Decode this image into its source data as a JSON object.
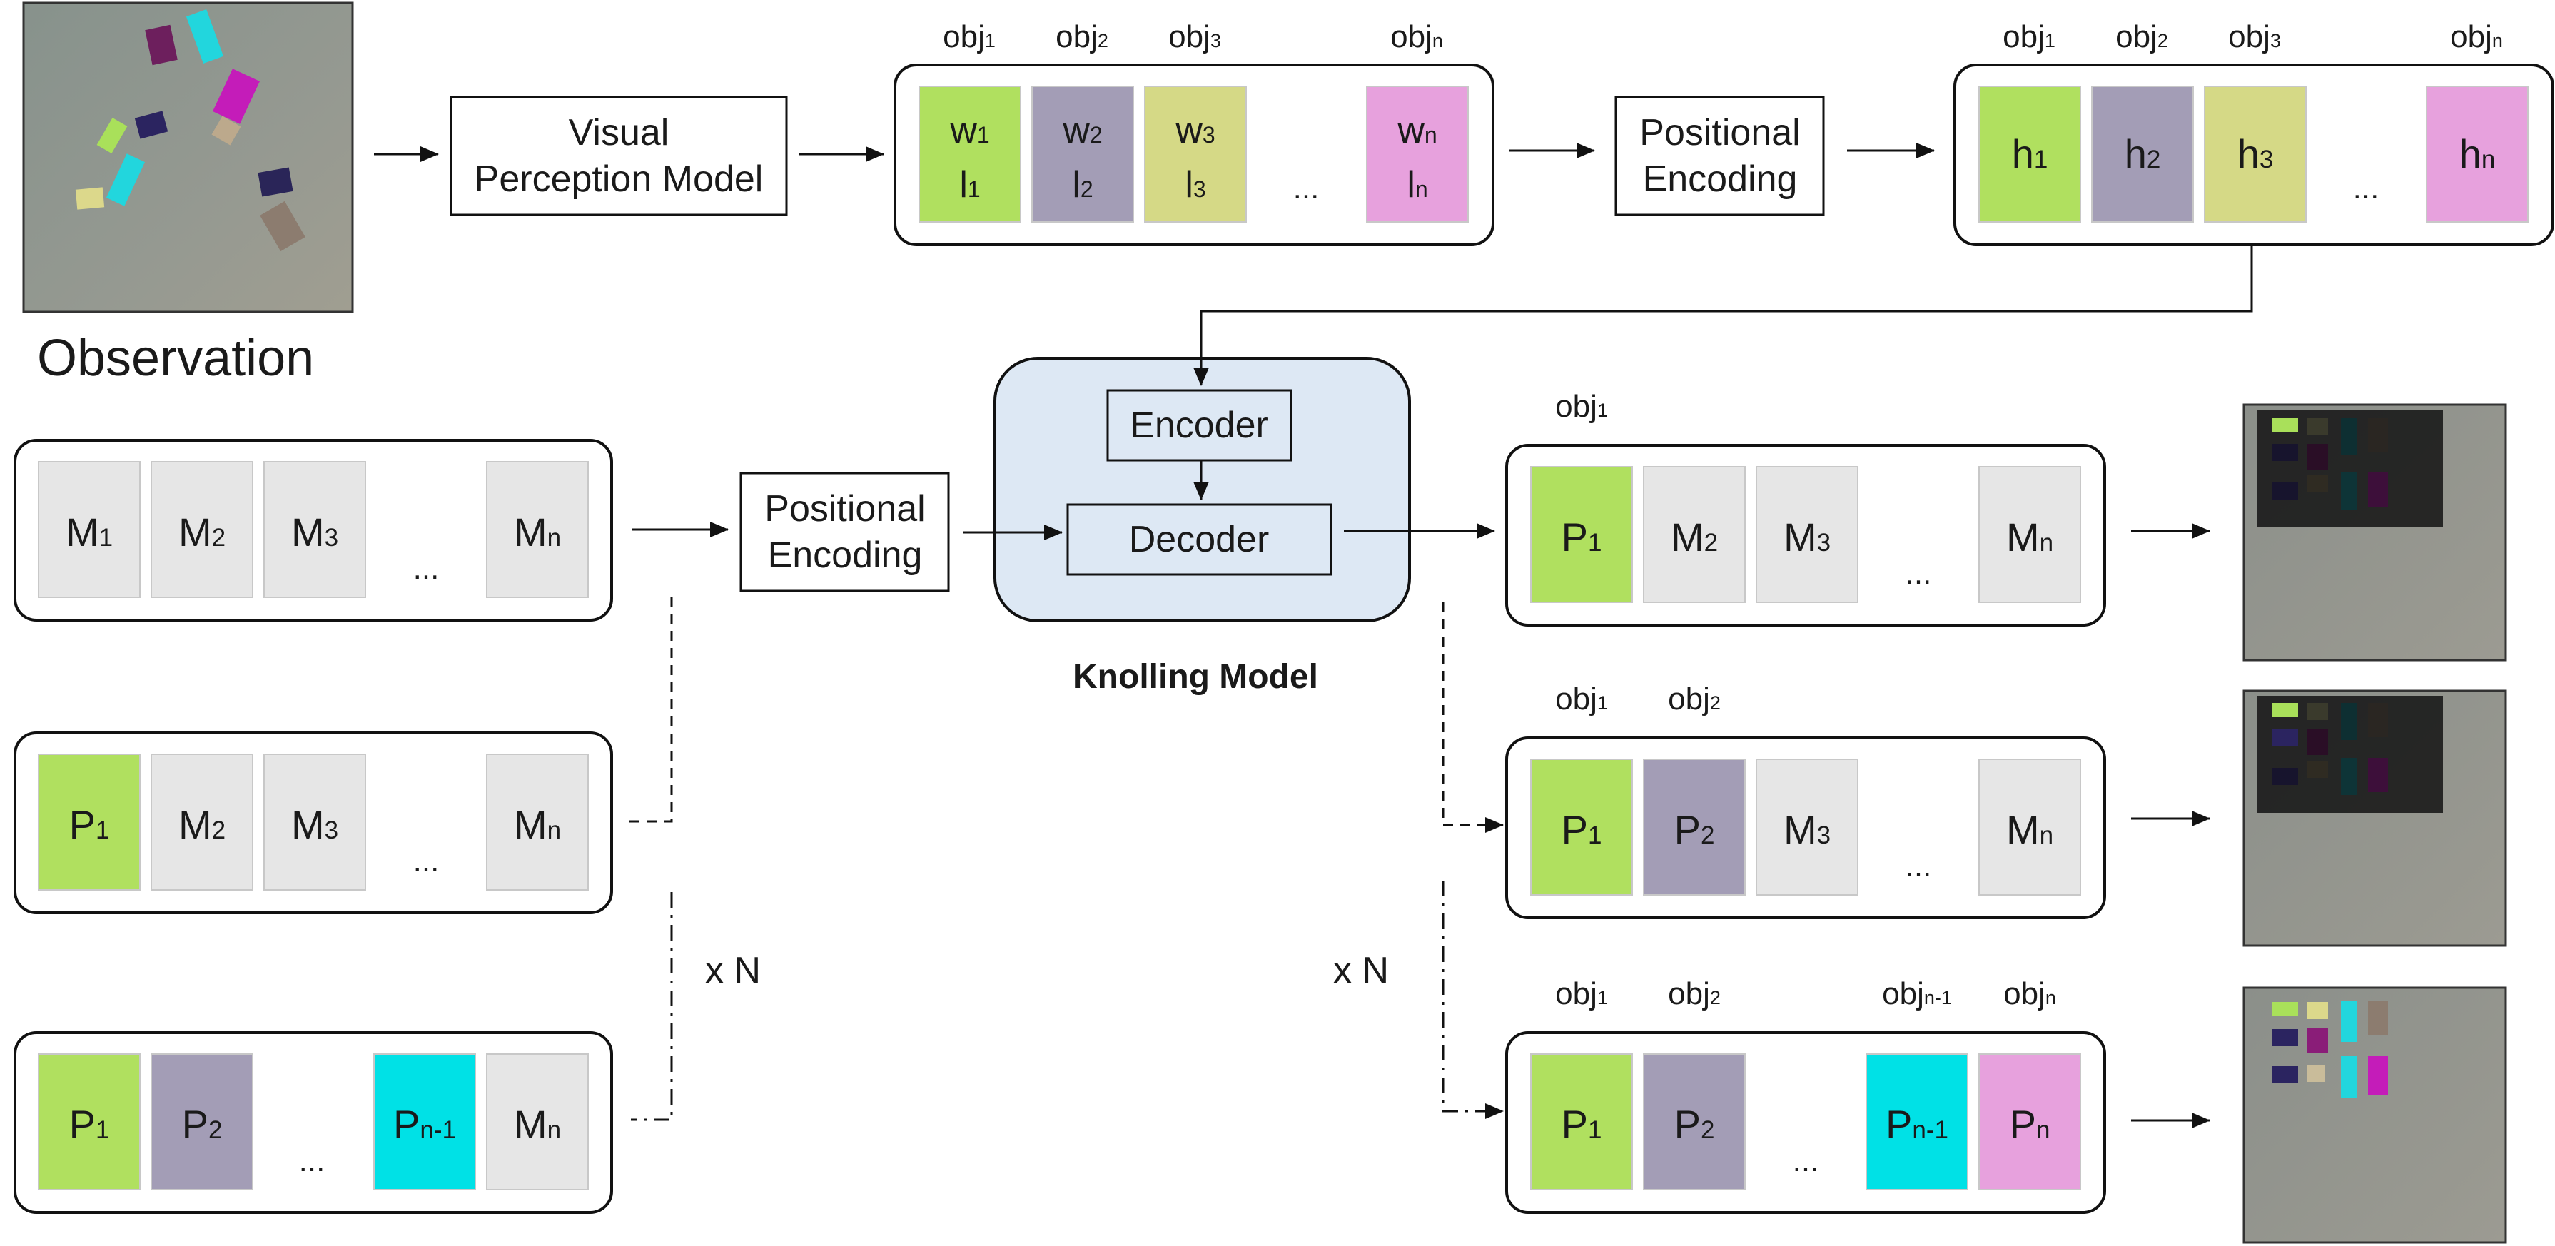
{
  "observation": {
    "label": "Observation"
  },
  "visual_perception": {
    "lines": [
      "Visual",
      "Perception Model"
    ]
  },
  "positional_encoding": {
    "lines": [
      "Positional",
      "Encoding"
    ]
  },
  "encoder": "Encoder",
  "decoder": "Decoder",
  "knolling_model": "Knolling Model",
  "ellipsis": "...",
  "repeat": "x N",
  "colors": {
    "green": "#b0e05f",
    "purple": "#a39db6",
    "olive": "#d5d986",
    "pink": "#e7a1dd",
    "cyan": "#00e1e6",
    "gray": "#e6e6e6",
    "model_bg": "#dde8f4"
  },
  "wl_row": {
    "obj_labels": [
      [
        "obj",
        "1"
      ],
      [
        "obj",
        "2"
      ],
      [
        "obj",
        "3"
      ],
      [
        "obj",
        "n"
      ]
    ],
    "cells": [
      {
        "w": [
          "w",
          "1"
        ],
        "l": [
          "l",
          "1"
        ],
        "color": "green"
      },
      {
        "w": [
          "w",
          "2"
        ],
        "l": [
          "l",
          "2"
        ],
        "color": "purple"
      },
      {
        "w": [
          "w",
          "3"
        ],
        "l": [
          "l",
          "3"
        ],
        "color": "olive"
      },
      {
        "w": [
          "w",
          "n"
        ],
        "l": [
          "l",
          "n"
        ],
        "color": "pink"
      }
    ]
  },
  "h_row": {
    "obj_labels": [
      [
        "obj",
        "1"
      ],
      [
        "obj",
        "2"
      ],
      [
        "obj",
        "3"
      ],
      [
        "obj",
        "n"
      ]
    ],
    "cells": [
      {
        "text": [
          "h",
          "1"
        ],
        "color": "green"
      },
      {
        "text": [
          "h",
          "2"
        ],
        "color": "purple"
      },
      {
        "text": [
          "h",
          "3"
        ],
        "color": "olive"
      },
      {
        "text": [
          "h",
          "n"
        ],
        "color": "pink"
      }
    ]
  },
  "left_rows": [
    {
      "cells": [
        {
          "text": [
            "M",
            "1"
          ],
          "color": "gray"
        },
        {
          "text": [
            "M",
            "2"
          ],
          "color": "gray"
        },
        {
          "text": [
            "M",
            "3"
          ],
          "color": "gray"
        },
        {
          "text": [
            "M",
            "n"
          ],
          "color": "gray"
        }
      ]
    },
    {
      "cells": [
        {
          "text": [
            "P",
            "1"
          ],
          "color": "green"
        },
        {
          "text": [
            "M",
            "2"
          ],
          "color": "gray"
        },
        {
          "text": [
            "M",
            "3"
          ],
          "color": "gray"
        },
        {
          "text": [
            "M",
            "n"
          ],
          "color": "gray"
        }
      ]
    },
    {
      "cells": [
        {
          "text": [
            "P",
            "1"
          ],
          "color": "green"
        },
        {
          "text": [
            "P",
            "2"
          ],
          "color": "purple"
        },
        {
          "text": [
            "P",
            "n-1"
          ],
          "color": "cyan"
        },
        {
          "text": [
            "M",
            "n"
          ],
          "color": "gray"
        }
      ]
    }
  ],
  "right_rows": [
    {
      "obj_labels": [
        [
          "obj",
          "1"
        ]
      ],
      "cells": [
        {
          "text": [
            "P",
            "1"
          ],
          "color": "green"
        },
        {
          "text": [
            "M",
            "2"
          ],
          "color": "gray"
        },
        {
          "text": [
            "M",
            "3"
          ],
          "color": "gray"
        },
        {
          "text": [
            "M",
            "n"
          ],
          "color": "gray"
        }
      ]
    },
    {
      "obj_labels": [
        [
          "obj",
          "1"
        ],
        [
          "obj",
          "2"
        ]
      ],
      "cells": [
        {
          "text": [
            "P",
            "1"
          ],
          "color": "green"
        },
        {
          "text": [
            "P",
            "2"
          ],
          "color": "purple"
        },
        {
          "text": [
            "M",
            "3"
          ],
          "color": "gray"
        },
        {
          "text": [
            "M",
            "n"
          ],
          "color": "gray"
        }
      ]
    },
    {
      "obj_labels": [
        [
          "obj",
          "1"
        ],
        [
          "obj",
          "2"
        ],
        [
          "obj",
          "n-1"
        ],
        [
          "obj",
          "n"
        ]
      ],
      "cells": [
        {
          "text": [
            "P",
            "1"
          ],
          "color": "green"
        },
        {
          "text": [
            "P",
            "2"
          ],
          "color": "purple"
        },
        {
          "text": [
            "P",
            "n-1"
          ],
          "color": "cyan"
        },
        {
          "text": [
            "P",
            "n"
          ],
          "color": "pink"
        }
      ]
    }
  ]
}
